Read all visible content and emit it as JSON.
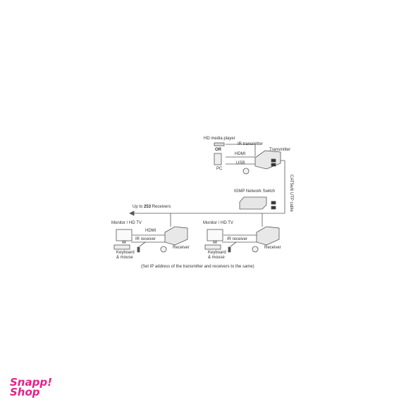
{
  "diagram": {
    "hd_media_player": "HD media player",
    "ir_transmitter": "IR transmitter",
    "transmitter": "Transmitter",
    "or": "OR",
    "hdmi": "HDMI",
    "usb": "USB",
    "pc": "PC",
    "cable": "CAT5e/6 UTP cable",
    "switch": "IGMP Network Switch",
    "up_to_prefix": "Up to",
    "up_to_count": "253",
    "up_to_suffix": "Receivers",
    "monitor": "Monitor / HD TV",
    "hdmi_rx": "HDMI",
    "ir_receiver": "IR receiver",
    "receiver": "Receiver",
    "keyboard_line1": "Keyboard",
    "keyboard_line2": "& mouse",
    "note": "(Set IP address of the transmitter and receivers to the same)"
  },
  "brand": {
    "line1": "Snapp!",
    "line2": "Shop",
    "color": "#e0248c"
  }
}
